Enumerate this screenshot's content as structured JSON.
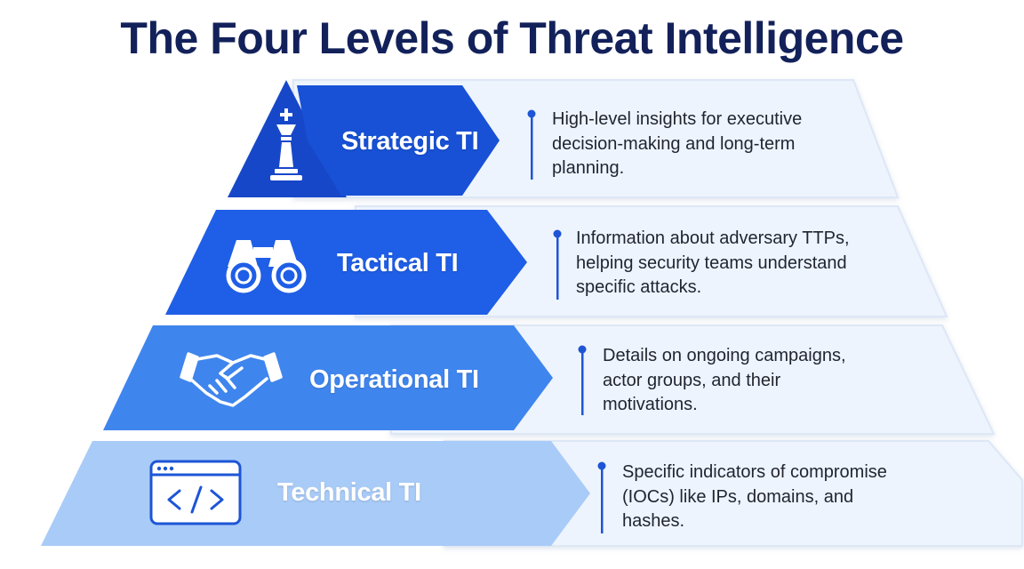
{
  "title": "The Four Levels of Threat Intelligence",
  "colors": {
    "title": "#13215a",
    "strategic": "#1747c9",
    "tactical": "#1f5ee6",
    "operational": "#3f85ee",
    "technical": "#a9cbf7",
    "panel": "#eef4fd",
    "bullet": "#1d55d6"
  },
  "levels": [
    {
      "name": "Strategic TI",
      "icon": "chess-king-icon",
      "lines": [
        "High-level insights for executive",
        "decision-making and long-term",
        "planning."
      ]
    },
    {
      "name": "Tactical TI",
      "icon": "binoculars-icon",
      "lines": [
        "Information about adversary TTPs,",
        "helping security teams understand",
        "specific attacks."
      ]
    },
    {
      "name": "Operational TI",
      "icon": "handshake-icon",
      "lines": [
        "Details on ongoing campaigns,",
        "actor groups, and their",
        "motivations."
      ]
    },
    {
      "name": "Technical TI",
      "icon": "code-window-icon",
      "lines": [
        "Specific indicators of compromise",
        "(IOCs) like IPs, domains, and",
        "hashes."
      ]
    }
  ]
}
